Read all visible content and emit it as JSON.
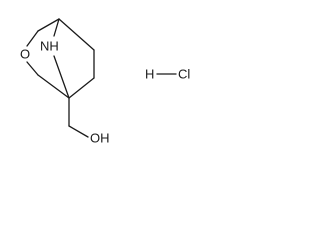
{
  "molecule": {
    "atoms": {
      "oxygen_ring": "O",
      "nitrogen_bridge": "NH",
      "hydroxyl": "OH",
      "hcl_hydrogen": "H",
      "hcl_chlorine": "Cl"
    }
  }
}
